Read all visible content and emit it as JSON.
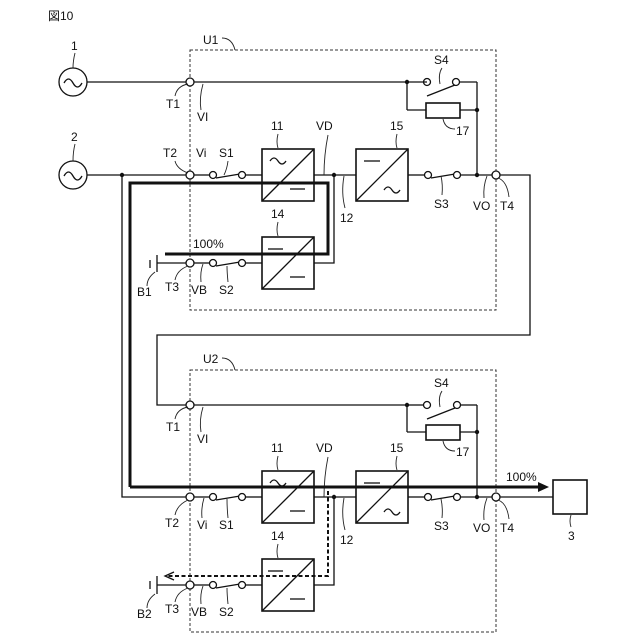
{
  "figure_label": "図10",
  "sources": [
    {
      "ref": "1",
      "icon": "ac-source-icon"
    },
    {
      "ref": "2",
      "icon": "ac-source-icon"
    }
  ],
  "units": [
    {
      "name": "U1",
      "terminals": {
        "t1": "T1",
        "t2": "T2",
        "t3": "T3",
        "t4": "T4"
      },
      "nodes": {
        "vi_upper": "VI",
        "vi": "Vi",
        "vb": "VB",
        "vd": "VD",
        "vo": "VO"
      },
      "switches": {
        "s1": "S1",
        "s2": "S2",
        "s3": "S3",
        "s4": "S4"
      },
      "blocks": {
        "rectifier": "11",
        "bidirectional": "14",
        "inverter": "15",
        "resistor": "17",
        "dc_bus": "12"
      },
      "battery": "B1",
      "power_flow": "100%"
    },
    {
      "name": "U2",
      "terminals": {
        "t1": "T1",
        "t2": "T2",
        "t3": "T3",
        "t4": "T4"
      },
      "nodes": {
        "vi_upper": "VI",
        "vi": "Vi",
        "vb": "VB",
        "vd": "VD",
        "vo": "VO"
      },
      "switches": {
        "s1": "S1",
        "s2": "S2",
        "s3": "S3",
        "s4": "S4"
      },
      "blocks": {
        "rectifier": "11",
        "bidirectional": "14",
        "inverter": "15",
        "resistor": "17",
        "dc_bus": "12"
      },
      "battery": "B2",
      "power_flow": "100%"
    }
  ],
  "load": {
    "ref": "3"
  },
  "symbols": {
    "ac": "~",
    "dc": "—"
  }
}
